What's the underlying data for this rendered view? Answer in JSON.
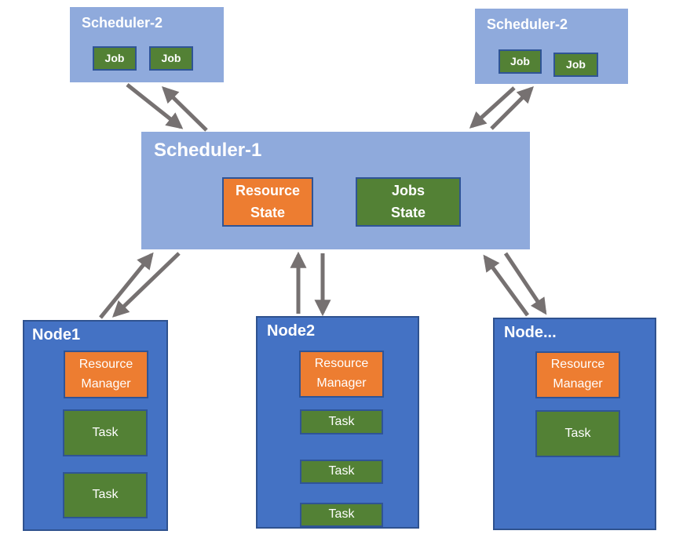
{
  "colors": {
    "scheduler_fill": "#8FAADC",
    "node_fill": "#4472C4",
    "node_border": "#2F528F",
    "orange_fill": "#ED7D31",
    "green_fill": "#538135",
    "chip_border": "#2F5496",
    "arrow": "#767171",
    "text": "#FFFFFF"
  },
  "schedulers_top": [
    {
      "title": "Scheduler-2",
      "jobs": [
        "Job",
        "Job"
      ]
    },
    {
      "title": "Scheduler-2",
      "jobs": [
        "Job",
        "Job"
      ]
    }
  ],
  "scheduler_main": {
    "title": "Scheduler-1",
    "resource_state": {
      "line1": "Resource",
      "line2": "State"
    },
    "jobs_state": {
      "line1": "Jobs",
      "line2": "State"
    }
  },
  "nodes": [
    {
      "title": "Node1",
      "resource_manager": "Resource Manager",
      "tasks": [
        "Task",
        "Task"
      ]
    },
    {
      "title": "Node2",
      "resource_manager": "Resource Manager",
      "tasks": [
        "Task",
        "Task",
        "Task"
      ]
    },
    {
      "title": "Node...",
      "resource_manager": "Resource Manager",
      "tasks": [
        "Task"
      ]
    }
  ],
  "connections": [
    {
      "between": [
        "Scheduler-2 (left)",
        "Scheduler-1"
      ],
      "arrows": "one down-right, one up-left"
    },
    {
      "between": [
        "Scheduler-2 (right)",
        "Scheduler-1"
      ],
      "arrows": "one down-left, one up-right"
    },
    {
      "between": [
        "Scheduler-1",
        "Node1"
      ],
      "arrows": "one up-right, one down-left"
    },
    {
      "between": [
        "Scheduler-1",
        "Node2"
      ],
      "arrows": "one up, one down"
    },
    {
      "between": [
        "Scheduler-1",
        "Node..."
      ],
      "arrows": "one up-left, one down-right"
    }
  ]
}
